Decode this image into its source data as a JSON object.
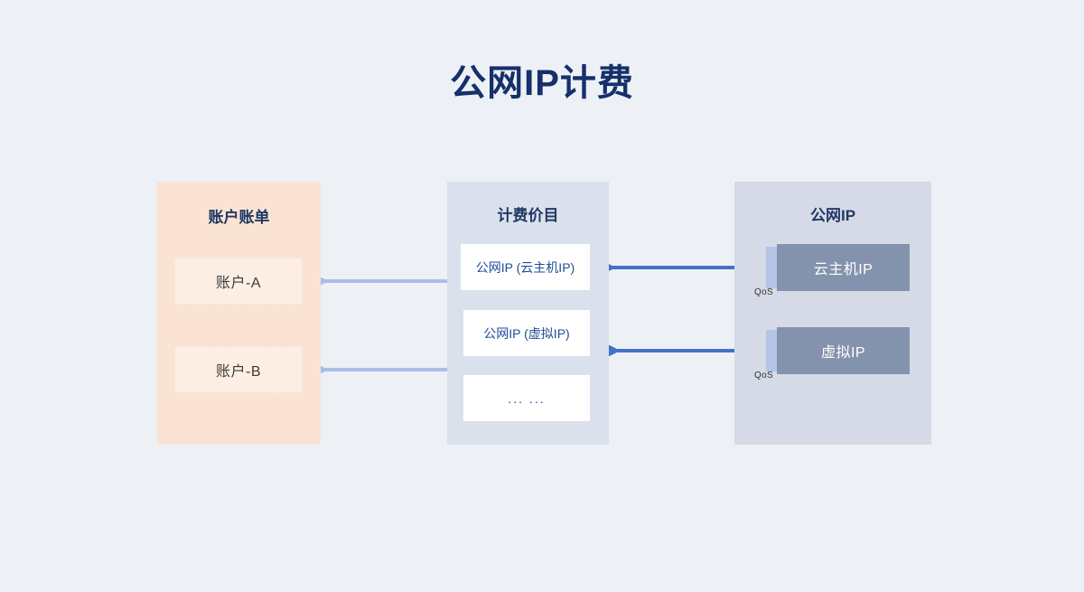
{
  "page": {
    "title": "公网IP计费",
    "background_color": "#edf1f6",
    "title_color": "#15306a"
  },
  "panels": {
    "account": {
      "title": "账户账单",
      "fill": "#fbe3d3",
      "items": [
        {
          "label": "账户-A"
        },
        {
          "label": "账户-B"
        }
      ]
    },
    "pricing": {
      "title": "计费价目",
      "fill": "#dae0ec",
      "items": [
        {
          "label": "公网IP (云主机IP)"
        },
        {
          "label": "公网IP (虚拟IP)"
        },
        {
          "label": "... ..."
        }
      ]
    },
    "publicip": {
      "title": "公网IP",
      "fill": "#d5dae6",
      "items": [
        {
          "label": "云主机IP",
          "qos_label": "QoS"
        },
        {
          "label": "虚拟IP",
          "qos_label": "QoS"
        }
      ]
    }
  },
  "connectors": {
    "pricing_to_account_color": "#aabee6",
    "publicip_to_pricing_color": "#4472c4"
  }
}
